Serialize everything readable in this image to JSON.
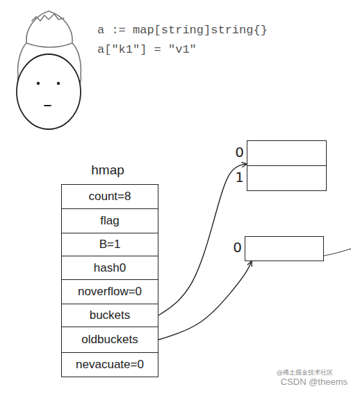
{
  "diagram": {
    "nodes": [
      {
        "text": [
          "count=8"
        ]
      },
      {
        "text": [
          "flag"
        ]
      },
      {
        "text": [
          "B=1"
        ]
      },
      {
        "text": [
          "hash0"
        ]
      },
      {
        "text": [
          "noverflow=0"
        ]
      },
      {
        "text": [
          "buckets"
        ]
      },
      {
        "text": [
          "oldbuckets"
        ]
      },
      {
        "text": [
          "nevacuate=0"
        ]
      },
      {
        "text": [
          "0"
        ]
      },
      {
        "text": [
          "1"
        ]
      },
      {
        "text": [
          "0"
        ]
      }
    ],
    "edges": [
      {
        "from": 5,
        "to": 8,
        "arrow": "to"
      },
      {
        "from": 6,
        "to": 10,
        "arrow": "to"
      }
    ],
    "labels": [
      "a := map[string]string{}",
      "a[\"k1\"] = \"v1\"",
      "hmap",
      "@稀土掘金技术社区",
      "CSDN @theems"
    ]
  }
}
